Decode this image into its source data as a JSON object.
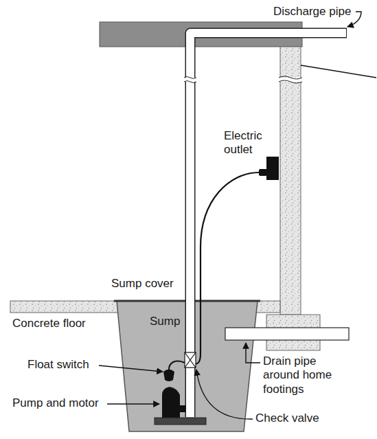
{
  "diagram": {
    "labels": [
      "Discharge pipe",
      "Electric outlet",
      "Sump cover",
      "Concrete floor",
      "Sump",
      "Float switch",
      "Pump and motor",
      "Check valve",
      "Drain pipe around home footings"
    ]
  }
}
